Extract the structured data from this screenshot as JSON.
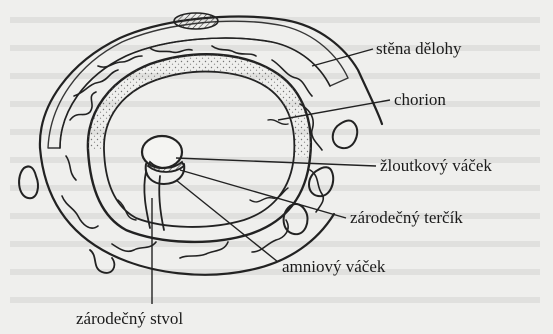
{
  "labels": {
    "stena_delohy": "stěna dělohy",
    "chorion": "chorion",
    "zloutkovy_vacek": "žloutkový váček",
    "zarodecny_tercik": "zárodečný terčík",
    "amniovy_vacek": "amniový váček",
    "zarodecny_stvol": "zárodečný stvol"
  },
  "colors": {
    "background": "#efefed",
    "ink": "#222222"
  }
}
